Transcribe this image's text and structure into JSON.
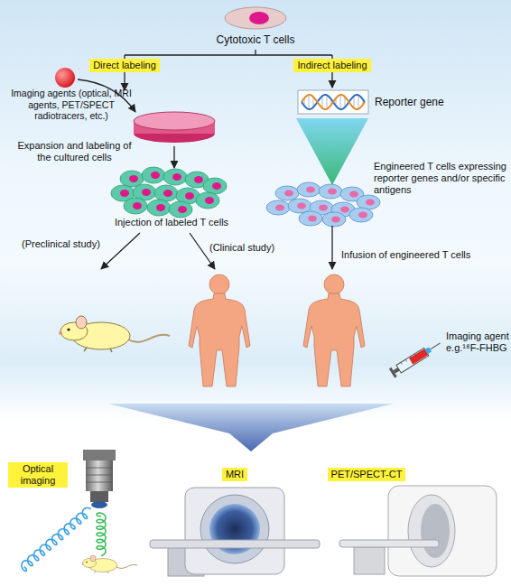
{
  "diagram": {
    "nodes": [
      {
        "text": [
          "Direct labeling"
        ]
      },
      {
        "text": [
          "Indirect labeling"
        ]
      },
      {
        "text": [
          "Optical imaging"
        ]
      },
      {
        "text": [
          "MRI"
        ]
      },
      {
        "text": [
          "PET/SPECT-CT"
        ]
      }
    ],
    "labels": [
      "Cytotoxic T cells",
      "Imaging agents (optical, MRI agents, PET/SPECT radiotracers, etc.)",
      "Reporter gene",
      "Expansion and labeling of the cultured cells",
      "Engineered T cells expressing reporter genes and/or specific antigens",
      "Injection of labeled T cells",
      "(Preclinical study)",
      "(Clinical study)",
      "Infusion of engineered T cells",
      "Imaging agent e.g.¹⁸F-FHBG"
    ]
  }
}
